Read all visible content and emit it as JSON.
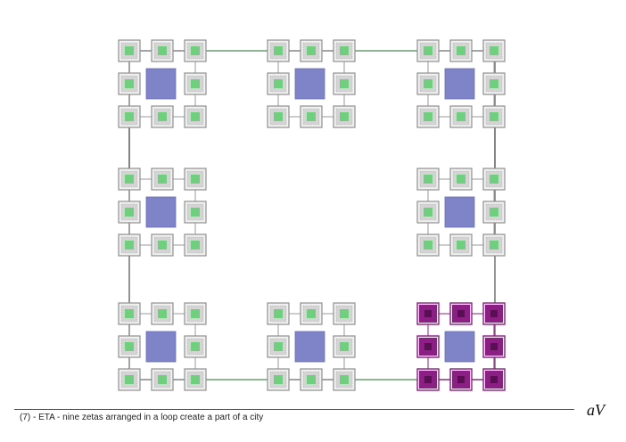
{
  "caption": "(7) - ETA - nine zetas arranged in a loop create a part of a city",
  "logo": "aV",
  "colors": {
    "cell_frame": "#8f8f8f",
    "cell_fill": "#d4d4d4",
    "core_green": "#6fcf7f",
    "plaza_blue": "#7f84c9",
    "highlight_purple": "#8c1f84",
    "highlight_dark": "#5a0f55",
    "road": "#7a7a7a",
    "link_green": "#6fbf7a"
  },
  "layout": {
    "module_grid": [
      [
        true,
        true,
        true
      ],
      [
        true,
        false,
        true
      ],
      [
        true,
        true,
        true
      ]
    ],
    "highlighted_module": [
      2,
      2
    ]
  }
}
